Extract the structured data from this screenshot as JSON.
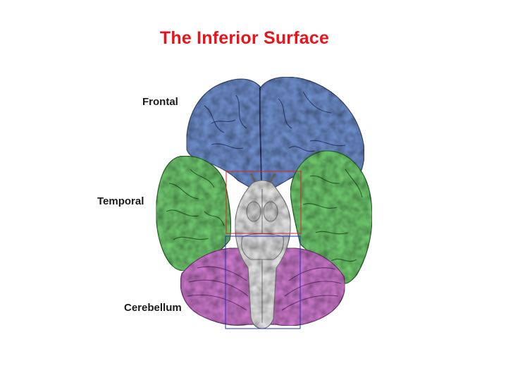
{
  "title": "The Inferior Surface",
  "labels": {
    "frontal": "Frontal",
    "temporal": "Temporal",
    "cerebellum": "Cerebellum"
  },
  "colors": {
    "title": "#e8141b",
    "frontal_lobe": "#6f8fcc",
    "temporal_lobe": "#6fc86f",
    "cerebellum": "#cc7acc",
    "brainstem": "#e6e6e6",
    "red_box": "#d9262b",
    "blue_box": "#2b2bcc"
  }
}
